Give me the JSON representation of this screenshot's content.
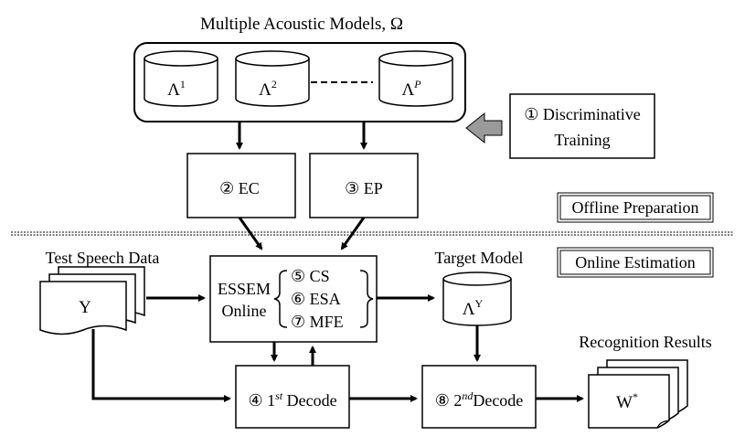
{
  "title": "Multiple Acoustic Models, Ω",
  "models": [
    {
      "base": "Λ",
      "sup": "1"
    },
    {
      "base": "Λ",
      "sup": "2"
    },
    {
      "base": "Λ",
      "sup": "P"
    }
  ],
  "discriminative": {
    "line1": "① Discriminative",
    "line2": "Training"
  },
  "ec": "② EC",
  "ep": "③ EP",
  "offline_label": "Offline Preparation",
  "online_label": "Online Estimation",
  "test_speech_label": "Test Speech Data",
  "test_speech_symbol": "Y",
  "essem": {
    "line1": "ESSEM",
    "line2": "Online",
    "items": [
      "⑤ CS",
      "⑥ ESA",
      "⑦ MFE"
    ]
  },
  "target_label": "Target Model",
  "target_model": {
    "base": "Λ",
    "sup": "Y"
  },
  "first_decode": {
    "prefix": "④ 1",
    "sup": "st",
    "suffix": " Decode"
  },
  "second_decode": {
    "prefix": "⑧ 2",
    "sup": "nd",
    "suffix": "Decode"
  },
  "results_label": "Recognition Results",
  "results_symbol": {
    "base": "W",
    "sup": "*"
  }
}
